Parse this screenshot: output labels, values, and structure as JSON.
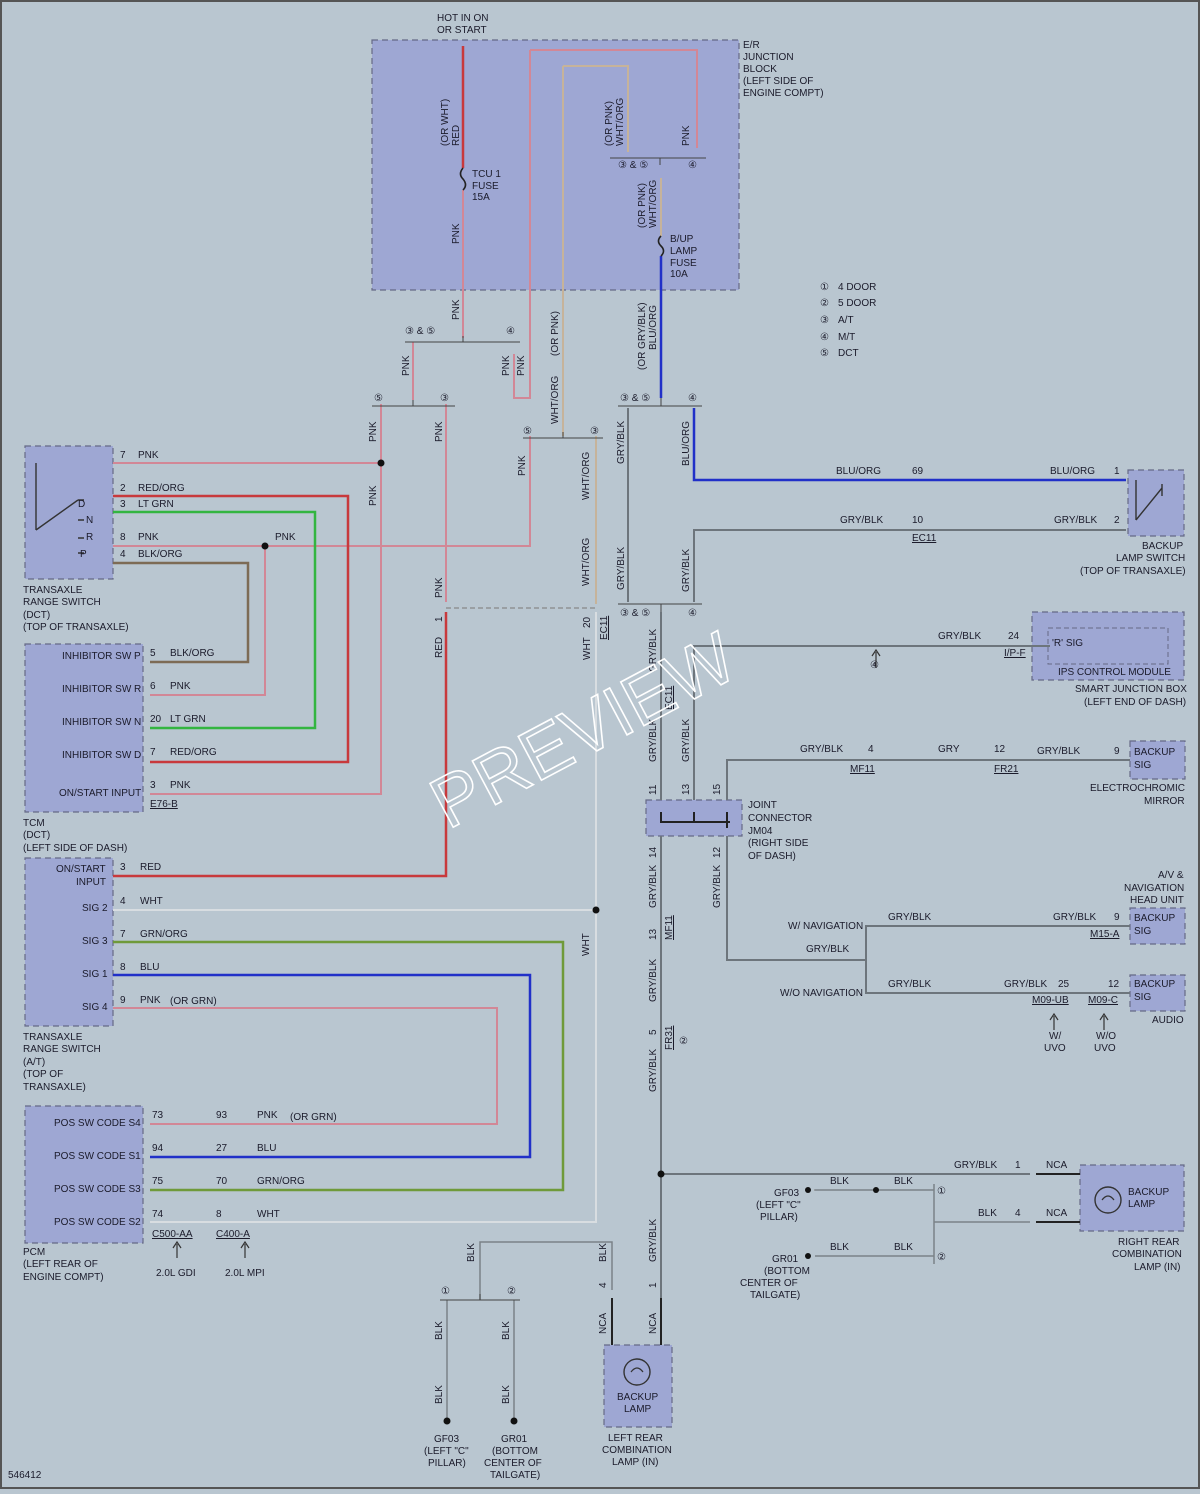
{
  "top_labels": {
    "hot": "HOT IN ON",
    "hot2": "OR START"
  },
  "er_block": {
    "l1": "E/R",
    "l2": "JUNCTION",
    "l3": "BLOCK",
    "l4": "(LEFT SIDE OF",
    "l5": "ENGINE COMPT)"
  },
  "fuse1": {
    "l1": "TCU 1",
    "l2": "FUSE",
    "l3": "15A"
  },
  "fuse2": {
    "l1": "B/UP",
    "l2": "LAMP",
    "l3": "FUSE",
    "l4": "10A"
  },
  "legend": [
    {
      "num": "1",
      "text": "4 DOOR"
    },
    {
      "num": "2",
      "text": "5 DOOR"
    },
    {
      "num": "3",
      "text": "A/T"
    },
    {
      "num": "4",
      "text": "M/T"
    },
    {
      "num": "5",
      "text": "DCT"
    }
  ],
  "wire_colors": {
    "pnk": "PNK",
    "red": "RED",
    "wht": "WHT",
    "blu": "BLU",
    "blk": "BLK",
    "grn_org": "GRN/ORG",
    "red_org": "RED/ORG",
    "lt_grn": "LT GRN",
    "blk_org": "BLK/ORG",
    "gry_blk": "GRY/BLK",
    "blu_org": "BLU/ORG",
    "wht_org": "WHT/ORG",
    "gry": "GRY",
    "or_wht": "(OR WHT)",
    "or_pnk": "(OR PNK)",
    "or_grn": "(OR GRN)",
    "or_gry_blk": "(OR GRY/BLK)",
    "nca": "NCA"
  },
  "range_switch_dct": {
    "l1": "TRANSAXLE",
    "l2": "RANGE SWITCH",
    "l3": "(DCT)",
    "l4": "(TOP OF TRANSAXLE)",
    "d": "D",
    "n": "N",
    "r": "R",
    "p": "P"
  },
  "tcm": {
    "pins": [
      "INHIBITOR SW P",
      "INHIBITOR SW R",
      "INHIBITOR SW N",
      "INHIBITOR SW D",
      "ON/START INPUT"
    ],
    "connector": "E76-B",
    "l1": "TCM",
    "l2": "(DCT)",
    "l3": "(LEFT SIDE OF DASH)"
  },
  "range_switch_at": {
    "pins": [
      "ON/START",
      "INPUT",
      "SIG 2",
      "SIG 3",
      "SIG 1",
      "SIG 4"
    ],
    "l1": "TRANSAXLE",
    "l2": "RANGE SWITCH",
    "l3": "(A/T)",
    "l4": "(TOP OF",
    "l5": "TRANSAXLE)"
  },
  "pcm": {
    "pins": [
      "POS SW CODE S4",
      "POS SW CODE S1",
      "POS SW CODE S3",
      "POS SW CODE S2"
    ],
    "c1": "C500-AA",
    "c2": "C400-A",
    "e1": "2.0L GDI",
    "e2": "2.0L MPI",
    "l1": "PCM",
    "l2": "(LEFT REAR OF",
    "l3": "ENGINE COMPT)"
  },
  "backup_switch": {
    "l1": "BACKUP",
    "l2": "LAMP SWITCH",
    "l3": "(TOP OF TRANSAXLE)"
  },
  "ec11": "EC11",
  "smart_jb": {
    "rsig": "'R' SIG",
    "ips": "IPS CONTROL MODULE",
    "l1": "SMART JUNCTION BOX",
    "l2": "(LEFT END OF DASH)",
    "conn": "I/P-F"
  },
  "mirror": {
    "sig1": "BACKUP",
    "sig2": "SIG",
    "l1": "ELECTROCHROMIC",
    "l2": "MIRROR",
    "c1": "MF11",
    "c2": "FR21"
  },
  "joint": {
    "l1": "JOINT",
    "l2": "CONNECTOR",
    "l3": "JM04",
    "l4": "(RIGHT SIDE",
    "l5": "OF DASH)"
  },
  "av": {
    "l1": "A/V &",
    "l2": "NAVIGATION",
    "l3": "HEAD UNIT",
    "sig1": "BACKUP",
    "sig2": "SIG",
    "conn": "M15-A",
    "w_nav": "W/ NAVIGATION",
    "wo_nav": "W/O NAVIGATION"
  },
  "audio": {
    "sig1": "BACKUP",
    "sig2": "SIG",
    "name": "AUDIO",
    "c1": "M09-UB",
    "c2": "M09-C",
    "w": "W/",
    "wo": "W/O",
    "uvo": "UVO"
  },
  "mf11": "MF11",
  "fr31": "FR31",
  "rear_right": {
    "lamp1": "BACKUP",
    "lamp2": "LAMP",
    "l1": "RIGHT REAR",
    "l2": "COMBINATION",
    "l3": "LAMP (IN)"
  },
  "rear_left": {
    "lamp1": "BACKUP",
    "lamp2": "LAMP",
    "l1": "LEFT REAR",
    "l2": "COMBINATION",
    "l3": "LAMP (IN)"
  },
  "grounds": {
    "gf03": "GF03",
    "gf03_l1": "(LEFT \"C\"",
    "gf03_l2": "PILLAR)",
    "gr01": "GR01",
    "gr01_l1": "(BOTTOM",
    "gr01_l2": "CENTER OF",
    "gr01_l3": "TAILGATE)"
  },
  "pins": {
    "n1": "1",
    "n2": "2",
    "n3": "3",
    "n4": "4",
    "n5": "5",
    "n6": "6",
    "n7": "7",
    "n8": "8",
    "n9": "9",
    "n10": "10",
    "n11": "11",
    "n12": "12",
    "n13": "13",
    "n14": "14",
    "n15": "15",
    "n20": "20",
    "n24": "24",
    "n25": "25",
    "n27": "27",
    "n69": "69",
    "n70": "70",
    "n73": "73",
    "n74": "74",
    "n75": "75",
    "n93": "93",
    "n94": "94",
    "amp": "&"
  },
  "figure_id": "546412",
  "watermark": "PREVIEW"
}
